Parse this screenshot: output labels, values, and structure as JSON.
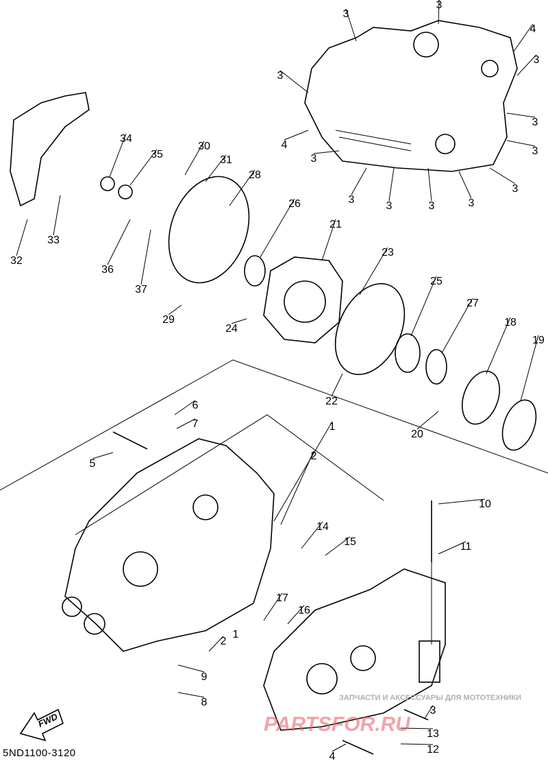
{
  "diagram_code": "5ND1100-3120",
  "fwd_label": "FWD",
  "watermark": {
    "tagline": "ЗАПЧАСТИ И АКСЕССУАРЫ ДЛЯ МОТОТЕХНИКИ",
    "logo": "PARTSFOR.RU"
  },
  "callouts": [
    "3",
    "3",
    "4",
    "3",
    "3",
    "3",
    "3",
    "4",
    "3",
    "3",
    "3",
    "3",
    "3",
    "3",
    "34",
    "35",
    "30",
    "31",
    "28",
    "26",
    "21",
    "23",
    "25",
    "27",
    "18",
    "19",
    "32",
    "33",
    "36",
    "37",
    "29",
    "24",
    "22",
    "20",
    "6",
    "7",
    "5",
    "1",
    "2",
    "10",
    "11",
    "14",
    "15",
    "17",
    "16",
    "2",
    "1",
    "9",
    "8",
    "3",
    "13",
    "12",
    "4"
  ]
}
